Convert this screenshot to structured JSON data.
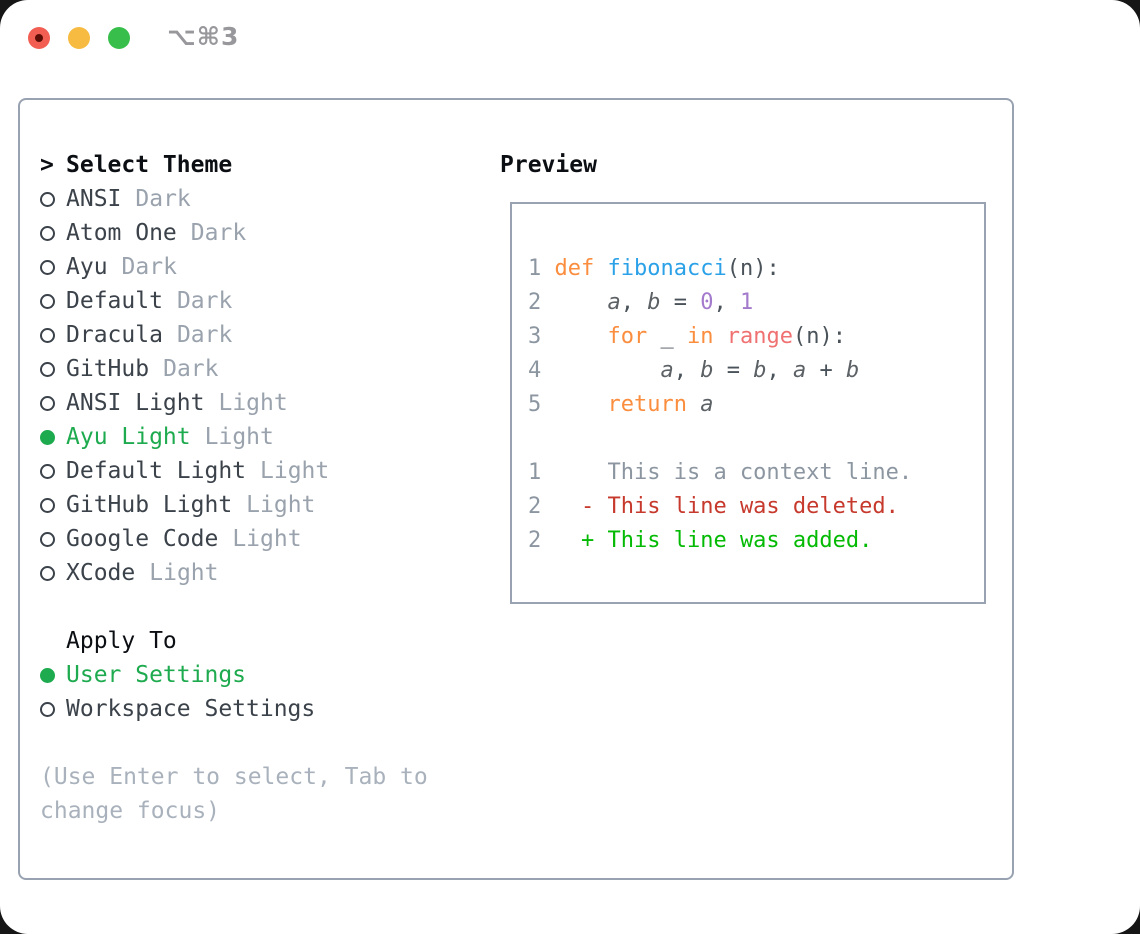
{
  "window": {
    "title": "⌥⌘3",
    "traffic_lights": [
      {
        "name": "close",
        "color": "#F25E52"
      },
      {
        "name": "minimize",
        "color": "#F6BB40"
      },
      {
        "name": "zoom",
        "color": "#38BF4B"
      }
    ]
  },
  "theme_list": {
    "header": {
      "marker": ">",
      "label": "Select Theme"
    },
    "items": [
      {
        "name": "ANSI",
        "variant": "Dark",
        "selected": false
      },
      {
        "name": "Atom One",
        "variant": "Dark",
        "selected": false
      },
      {
        "name": "Ayu",
        "variant": "Dark",
        "selected": false
      },
      {
        "name": "Default",
        "variant": "Dark",
        "selected": false
      },
      {
        "name": "Dracula",
        "variant": "Dark",
        "selected": false
      },
      {
        "name": "GitHub",
        "variant": "Dark",
        "selected": false
      },
      {
        "name": "ANSI Light",
        "variant": "Light",
        "selected": false
      },
      {
        "name": "Ayu Light",
        "variant": "Light",
        "selected": true
      },
      {
        "name": "Default Light",
        "variant": "Light",
        "selected": false
      },
      {
        "name": "GitHub Light",
        "variant": "Light",
        "selected": false
      },
      {
        "name": "Google Code",
        "variant": "Light",
        "selected": false
      },
      {
        "name": "XCode",
        "variant": "Light",
        "selected": false
      }
    ]
  },
  "apply_to": {
    "header": "Apply To",
    "options": [
      {
        "label": "User Settings",
        "selected": true
      },
      {
        "label": "Workspace Settings",
        "selected": false
      }
    ]
  },
  "footer_hint": {
    "line1": "(Use Enter to select, Tab to",
    "line2": "change focus)"
  },
  "preview": {
    "title": "Preview",
    "lines": [
      [
        [
          "ln",
          "1"
        ],
        [
          "pl",
          " "
        ],
        [
          "kw",
          "def"
        ],
        [
          "pl",
          " "
        ],
        [
          "fn",
          "fibonacci"
        ],
        [
          "pl",
          "(n):"
        ]
      ],
      [
        [
          "ln",
          "2"
        ],
        [
          "pl",
          "     "
        ],
        [
          "id",
          "a"
        ],
        [
          "pl",
          ", "
        ],
        [
          "id",
          "b"
        ],
        [
          "pl",
          " = "
        ],
        [
          "num",
          "0"
        ],
        [
          "pl",
          ", "
        ],
        [
          "num",
          "1"
        ]
      ],
      [
        [
          "ln",
          "3"
        ],
        [
          "pl",
          "     "
        ],
        [
          "kw",
          "for"
        ],
        [
          "pl",
          " _ "
        ],
        [
          "kw",
          "in"
        ],
        [
          "pl",
          " "
        ],
        [
          "rng",
          "range"
        ],
        [
          "pl",
          "(n):"
        ]
      ],
      [
        [
          "ln",
          "4"
        ],
        [
          "pl",
          "         "
        ],
        [
          "id",
          "a"
        ],
        [
          "pl",
          ", "
        ],
        [
          "id",
          "b"
        ],
        [
          "pl",
          " = "
        ],
        [
          "id",
          "b"
        ],
        [
          "pl",
          ", "
        ],
        [
          "id",
          "a"
        ],
        [
          "pl",
          " + "
        ],
        [
          "id",
          "b"
        ]
      ],
      [
        [
          "ln",
          "5"
        ],
        [
          "pl",
          "     "
        ],
        [
          "kw",
          "return"
        ],
        [
          "pl",
          " "
        ],
        [
          "id",
          "a"
        ]
      ],
      [],
      [
        [
          "ln",
          "1"
        ],
        [
          "pl",
          "     "
        ],
        [
          "ctx",
          "This is a context line."
        ]
      ],
      [
        [
          "ln",
          "2"
        ],
        [
          "pl",
          "   "
        ],
        [
          "del",
          "- This line was deleted."
        ]
      ],
      [
        [
          "ln",
          "2"
        ],
        [
          "pl",
          "   "
        ],
        [
          "add",
          "+ This line was added."
        ]
      ]
    ]
  },
  "accent_colors": {
    "selection_green": "#1EAA4E",
    "added_green": "#04BA04",
    "deleted_red": "#C6392C",
    "keyword_orange": "#FA8D3E",
    "function_blue": "#2BA1E8",
    "number_purple": "#A37ACC",
    "range_coral": "#F07171",
    "muted_gray": "#9AA3AD",
    "panel_border": "#98A2B0"
  }
}
